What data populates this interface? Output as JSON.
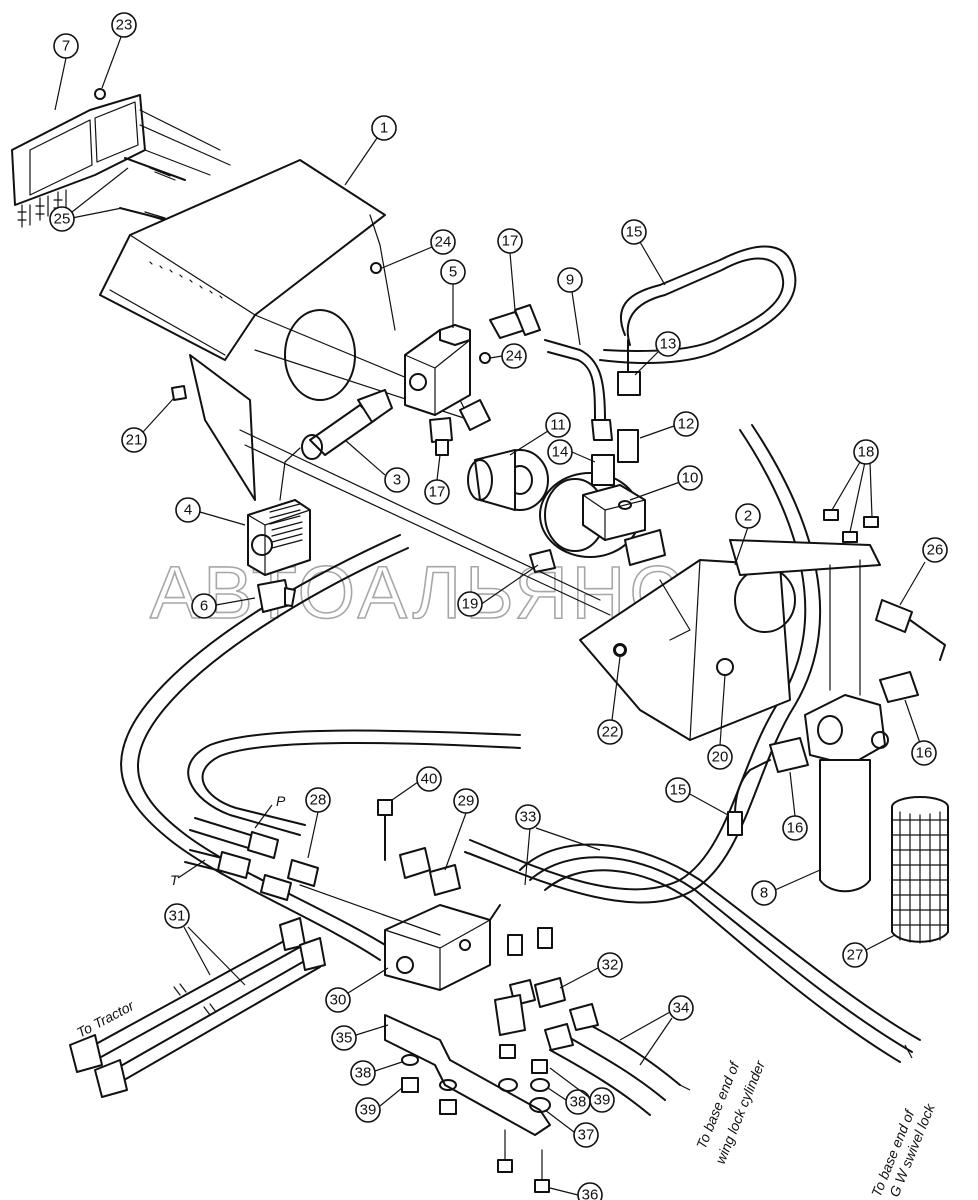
{
  "watermark": "АВТОАЛЬЯНС",
  "callouts": [
    {
      "n": "1",
      "label": "1"
    },
    {
      "n": "2",
      "label": "2"
    },
    {
      "n": "3",
      "label": "3"
    },
    {
      "n": "4",
      "label": "4"
    },
    {
      "n": "5",
      "label": "5"
    },
    {
      "n": "6",
      "label": "6"
    },
    {
      "n": "7",
      "label": "7"
    },
    {
      "n": "8",
      "label": "8"
    },
    {
      "n": "9",
      "label": "9"
    },
    {
      "n": "10",
      "label": "10"
    },
    {
      "n": "11",
      "label": "11"
    },
    {
      "n": "12",
      "label": "12"
    },
    {
      "n": "13",
      "label": "13"
    },
    {
      "n": "14",
      "label": "14"
    },
    {
      "n": "15a",
      "label": "15"
    },
    {
      "n": "15b",
      "label": "15"
    },
    {
      "n": "16a",
      "label": "16"
    },
    {
      "n": "16b",
      "label": "16"
    },
    {
      "n": "17a",
      "label": "17"
    },
    {
      "n": "17b",
      "label": "17"
    },
    {
      "n": "18",
      "label": "18"
    },
    {
      "n": "19",
      "label": "19"
    },
    {
      "n": "20",
      "label": "20"
    },
    {
      "n": "21",
      "label": "21"
    },
    {
      "n": "22",
      "label": "22"
    },
    {
      "n": "23",
      "label": "23"
    },
    {
      "n": "24a",
      "label": "24"
    },
    {
      "n": "24b",
      "label": "24"
    },
    {
      "n": "25",
      "label": "25"
    },
    {
      "n": "26",
      "label": "26"
    },
    {
      "n": "27",
      "label": "27"
    },
    {
      "n": "28",
      "label": "28"
    },
    {
      "n": "29",
      "label": "29"
    },
    {
      "n": "30",
      "label": "30"
    },
    {
      "n": "31",
      "label": "31"
    },
    {
      "n": "32",
      "label": "32"
    },
    {
      "n": "33",
      "label": "33"
    },
    {
      "n": "34",
      "label": "34"
    },
    {
      "n": "35",
      "label": "35"
    },
    {
      "n": "36",
      "label": "36"
    },
    {
      "n": "37",
      "label": "37"
    },
    {
      "n": "38a",
      "label": "38"
    },
    {
      "n": "38b",
      "label": "38"
    },
    {
      "n": "39a",
      "label": "39"
    },
    {
      "n": "39b",
      "label": "39"
    },
    {
      "n": "40",
      "label": "40"
    }
  ],
  "labels": {
    "p": "P",
    "t": "T",
    "to_tractor": "To Tractor",
    "wing_line1": "To base end of",
    "wing_line2": "wing lock cylinder",
    "gw_line1": "To base end of",
    "gw_line2": "G W swivel lock"
  }
}
